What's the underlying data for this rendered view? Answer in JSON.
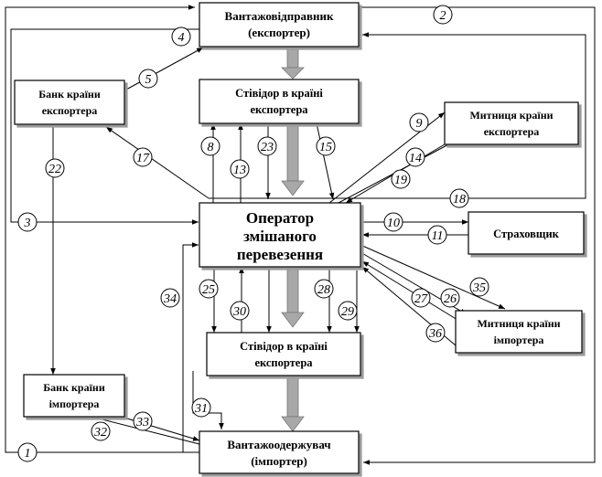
{
  "diagram": {
    "nodes": [
      {
        "id": "consignor",
        "lines": [
          "Вантажовідправник",
          "(експортер)"
        ]
      },
      {
        "id": "stevedore_export",
        "lines": [
          "Стівідор в країні",
          "експортера"
        ]
      },
      {
        "id": "bank_exporter",
        "lines": [
          "Банк країни",
          "експортера"
        ]
      },
      {
        "id": "customs_exporter",
        "lines": [
          "Митниця країни",
          "експортера"
        ]
      },
      {
        "id": "operator",
        "lines": [
          "Оператор",
          "змішаного",
          "перевезення"
        ]
      },
      {
        "id": "insurer",
        "lines": [
          "Страховщик"
        ]
      },
      {
        "id": "customs_importer",
        "lines": [
          "Митниця країни",
          "імпортера"
        ]
      },
      {
        "id": "stevedore_import",
        "lines": [
          "Стівідор в країні",
          "експортера"
        ]
      },
      {
        "id": "bank_importer",
        "lines": [
          "Банк країни",
          "імпортера"
        ]
      },
      {
        "id": "consignee",
        "lines": [
          "Вантажоодержувач",
          "(імпортер)"
        ]
      }
    ],
    "flow_labels": [
      "1",
      "2",
      "3",
      "4",
      "5",
      "8",
      "9",
      "10",
      "11",
      "13",
      "14",
      "15",
      "17",
      "18",
      "19",
      "22",
      "23",
      "25",
      "26",
      "27",
      "28",
      "29",
      "30",
      "31",
      "32",
      "33",
      "34",
      "35",
      "36"
    ]
  }
}
